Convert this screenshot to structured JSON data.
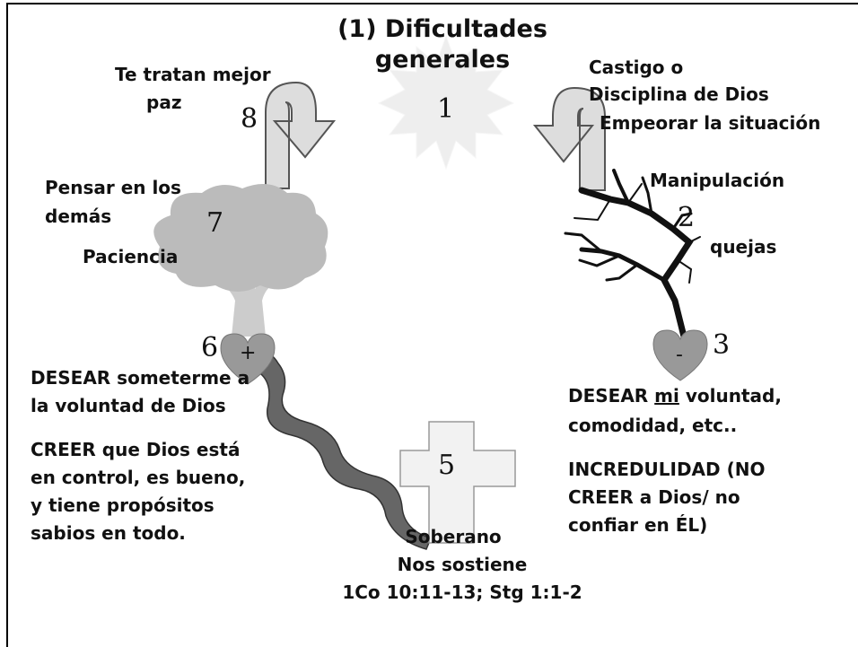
{
  "title": {
    "line1": "(1) Dificultades",
    "line2": "generales"
  },
  "numbers": {
    "n1": "1",
    "n2": "2",
    "n3": "3",
    "n5": "5",
    "n6": "6",
    "n7": "7",
    "n8": "8"
  },
  "heart_signs": {
    "plus": "+",
    "minus": "-"
  },
  "right_top": {
    "line1": "Castigo o",
    "line2": "Disciplina de Dios",
    "line3": "Empeorar la situación"
  },
  "dead_tree": {
    "manipulation": "Manipulación",
    "complaints": "quejas"
  },
  "right_desire": {
    "prefix": "DESEAR ",
    "underlined": "mi",
    "rest": " voluntad,",
    "line2": "comodidad, etc.."
  },
  "unbelief": {
    "line1": "INCREDULIDAD (NO",
    "line2": "CREER a Dios/ no",
    "line3": "confiar en ÉL)"
  },
  "left_top": {
    "line1": "Te tratan mejor",
    "line2": "paz"
  },
  "green_tree": {
    "think_line1": "Pensar en los",
    "think_line2": "demás",
    "patience": "Paciencia"
  },
  "left_desire": {
    "line1": "DESEAR someterme a",
    "line2": "la voluntad de Dios"
  },
  "believe": {
    "line1": "CREER que Dios está",
    "line2": "en control, es bueno,",
    "line3": "y tiene propósitos",
    "line4": "sabios en todo."
  },
  "cross": {
    "line1": "Soberano",
    "line2": "Nos sostiene",
    "ref": "1Co 10:11-13; Stg 1:1-2"
  },
  "colors": {
    "sun": "#eeeeee",
    "arrow": "#dddddd",
    "tree_crown": "#bbbbbb",
    "tree_trunk": "#cccccc",
    "heart": "#999999",
    "river": "#666666",
    "cross": "#f2f2f2",
    "branch": "#111111"
  }
}
